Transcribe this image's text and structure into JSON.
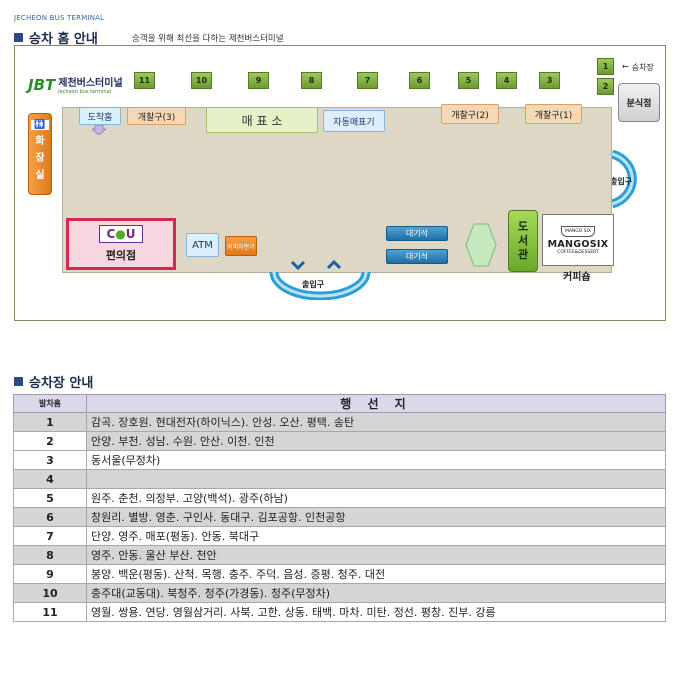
{
  "header_small": "JECHEON BUS TERMINAL",
  "platform_guide": {
    "title": "승차 홈 안내",
    "subtitle": "승객을 위해 최선을 다하는 제천버스터미널"
  },
  "map": {
    "logo": {
      "mark": "JBT",
      "name": "제천버스터미널",
      "sub": "Jecheon bus terminal"
    },
    "gates_top": [
      "11",
      "10",
      "9",
      "8",
      "7",
      "6",
      "5",
      "4",
      "3"
    ],
    "gates_right": [
      "1",
      "2"
    ],
    "boarding_label": "승차장",
    "arrival": "도착홈",
    "ticket_gates": [
      "개찰구(3)",
      "개찰구(2)",
      "개찰구(1)"
    ],
    "ticket_office": "매 표 소",
    "ticket_machine": "자동매표기",
    "restroom": [
      "화",
      "장",
      "실"
    ],
    "snack_bar": "분식점",
    "exit": "출입구",
    "convenience_store": {
      "logo_c": "C",
      "logo_u": "U",
      "label": "편의점"
    },
    "atm": "ATM",
    "coffee_machine": "커피자판기",
    "waiting_seats": [
      "대기석",
      "대기석"
    ],
    "bookstore": [
      "도",
      "서",
      "관"
    ],
    "cafe": {
      "brand": "MANGOSIX",
      "tagline": "COFFEE&DESSERT",
      "cup_text": "MANGO SIX",
      "label": "커피숍"
    }
  },
  "stand_guide": {
    "title": "승차장 안내",
    "columns": [
      "발차홈",
      "행 선 지"
    ],
    "rows": [
      {
        "no": "1",
        "dest": "감곡. 장호원. 현대전자(하이닉스). 안성.  오산. 평택. 송탄"
      },
      {
        "no": "2",
        "dest": "안양. 부천. 성남. 수원. 안산. 이천. 인천"
      },
      {
        "no": "3",
        "dest": "동서울(무정차)"
      },
      {
        "no": "4",
        "dest": ""
      },
      {
        "no": "5",
        "dest": "원주. 춘천. 의정부. 고양(백석). 광주(하남)"
      },
      {
        "no": "6",
        "dest": "창원리. 별방. 영춘. 구인사. 동대구. 김포공항. 인천공항"
      },
      {
        "no": "7",
        "dest": "단양. 영주. 매포(평동). 안동. 북대구"
      },
      {
        "no": "8",
        "dest": "영주. 안동. 울산  부산. 천안"
      },
      {
        "no": "9",
        "dest": "봉양. 백운(평동). 산척. 목행. 충주. 주덕. 음성. 증평. 청주. 대전"
      },
      {
        "no": "10",
        "dest": "충주대(교동대). 북청주. 청주(가경동). 청주(무정차)"
      },
      {
        "no": "11",
        "dest": "영월. 쌍용. 연당. 영월삼거리. 사북. 고한. 상동. 태백. 마차. 미탄. 정선. 평창. 진부. 강릉"
      }
    ]
  }
}
